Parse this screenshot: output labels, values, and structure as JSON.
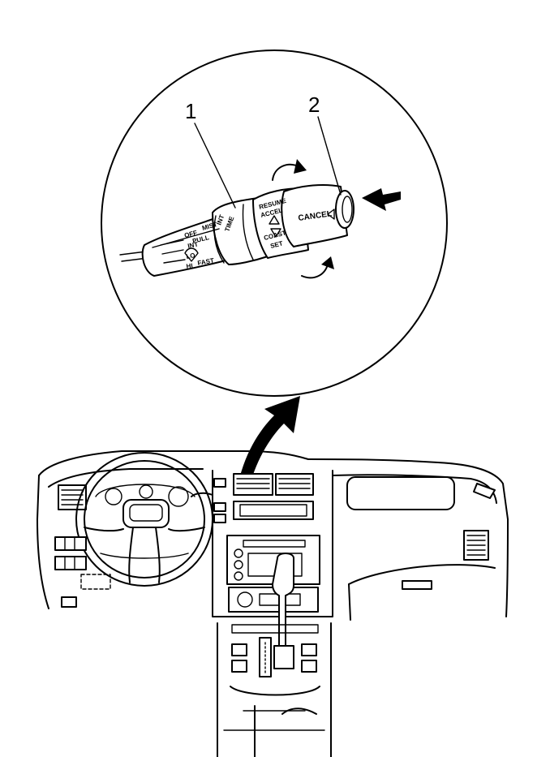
{
  "callouts": {
    "lever": "1",
    "cancel_button": "2"
  },
  "stalk_labels": {
    "off": "OFF",
    "int": "INT",
    "lo": "LO",
    "hi": "HI",
    "mist": "MIST",
    "pull": "PULL",
    "fast": "FAST",
    "int_time_1": "INT",
    "int_time_2": "TIME",
    "resume": "RESUME",
    "accel": "ACCEL",
    "coast": "COAST",
    "set": "SET",
    "cancel": "CANCEL"
  },
  "colors": {
    "line": "#000000",
    "background": "#ffffff"
  }
}
